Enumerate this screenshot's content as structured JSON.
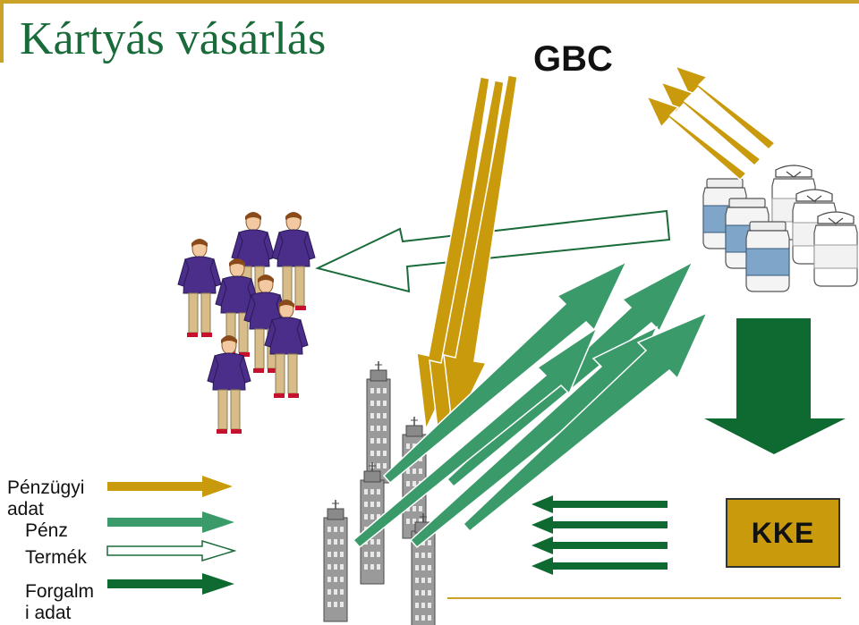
{
  "slide": {
    "title": "Kártyás vásárlás",
    "bank_label": "GBC",
    "clearing_label": "KKE"
  },
  "legend": {
    "items": [
      {
        "label_line1": "Pénzügyi",
        "label_line2": "adat",
        "color": "#c99a0c",
        "style": "filled"
      },
      {
        "label_line1": "Pénz",
        "label_line2": "",
        "color": "#3a9a6a",
        "style": "filled"
      },
      {
        "label_line1": "Termék",
        "label_line2": "",
        "color": "#1a6b3a",
        "style": "outline"
      },
      {
        "label_line1": "Forgalm",
        "label_line2": "i adat",
        "color": "#0f6a32",
        "style": "filled"
      }
    ]
  },
  "colors": {
    "gold": "#c99a0c",
    "green_light": "#3a9a6a",
    "green_dark": "#0f6a32",
    "outline_green": "#1a6b3a",
    "accent_rule": "#c9a227"
  },
  "icons": {
    "people": "customer-group-icon",
    "products": "product-jars-icon",
    "merchants": "merchant-building-icon"
  }
}
